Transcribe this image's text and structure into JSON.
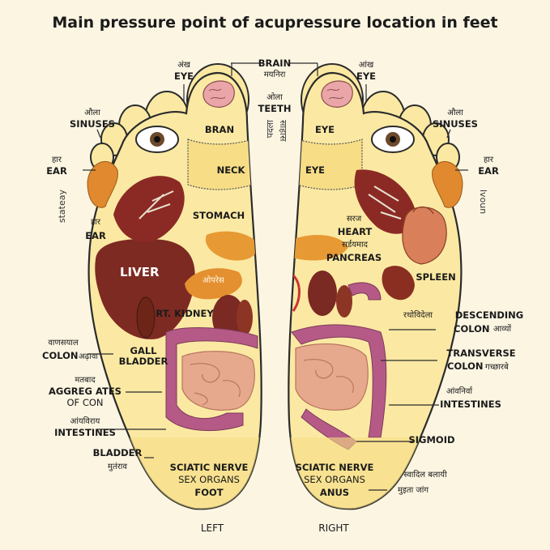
{
  "title": "Main pressure point of acupressure location in feet",
  "top": {
    "brain": "BRAIN",
    "brain_hi": "मयनिरा",
    "teeth_hi": "ओला",
    "teeth": "TEETH",
    "vertical_mid": "पदला",
    "vertical_mid2": "साहास"
  },
  "left_foot": {
    "caption": "LEFT",
    "vertical_side": "stateay",
    "eye_hi": "अंख",
    "eye": "EYE",
    "sinuses_hi": "औला",
    "sinuses": "SINUSES",
    "ear_hi": "हार",
    "ear": "EAR",
    "ear2_hi": "हार",
    "ear2": "EAR",
    "bran": "BRAN",
    "neck": "NECK",
    "stomach": "STOMACH",
    "liver": "LIVER",
    "organ_hi": "ओपरेस",
    "rt_kidney": "RT. KIDNEY",
    "colon_hi": "वाणसयाल",
    "colon": "COLON",
    "colon_hi2": "अढ़ावा",
    "gall": "GALL",
    "bladder_g": "BLADDER",
    "aggreg_hi": "मतबाद",
    "aggreg": "AGGREG ATES",
    "aggreg2": "OF CON",
    "intest_hi": "आंयविराय",
    "intestines": "INTESTINES",
    "bladder": "BLADDER",
    "bladder_hi": "मुतंराव",
    "sciatic": "SCIATIC NERVE",
    "sex": "SEX ORGANS",
    "foot": "FOOT"
  },
  "right_foot": {
    "caption": "RIGHT",
    "vertical_side": "lvoun",
    "eye_hi": "आंख",
    "eye": "EYE",
    "sinuses_hi": "औला",
    "sinuses": "SINUSES",
    "ear_hi": "हार",
    "ear": "EAR",
    "eye_in1": "EYE",
    "eye_in2": "EYE",
    "heart_hi": "सरज",
    "heart": "HEART",
    "pancreas_hi": "सर्डयमाद",
    "pancreas": "PANCREAS",
    "spleen": "SPLEEN",
    "spleen_hi": "रथोविदेला",
    "descending": "DESCENDING",
    "colon": "COLON",
    "colon_hi": "आव्यों",
    "transverse": "TRANSVERSE",
    "colon2": "COLON",
    "colon2_hi": "गच्छारबे",
    "intest_hi": "आंवनिर्वा",
    "intestines": "INTESTINES",
    "sigmoid": "SIGMOID",
    "sciatic": "SCIATIC NERVE",
    "sex": "SEX ORGANS",
    "anus": "ANUS",
    "anus_hi1": "स्वादिल बलायी",
    "anus_hi2": "मुइता जांग"
  },
  "colors": {
    "background": "#fbf5e2",
    "foot_fill": "#fbe9a3",
    "outline": "#2b2b2b",
    "liver": "#7d2a22",
    "stomach": "#e79a34",
    "intestine": "#e6a98d",
    "colon": "#b55a86",
    "ear": "#e0892e",
    "brain": "#e9a5a8"
  }
}
